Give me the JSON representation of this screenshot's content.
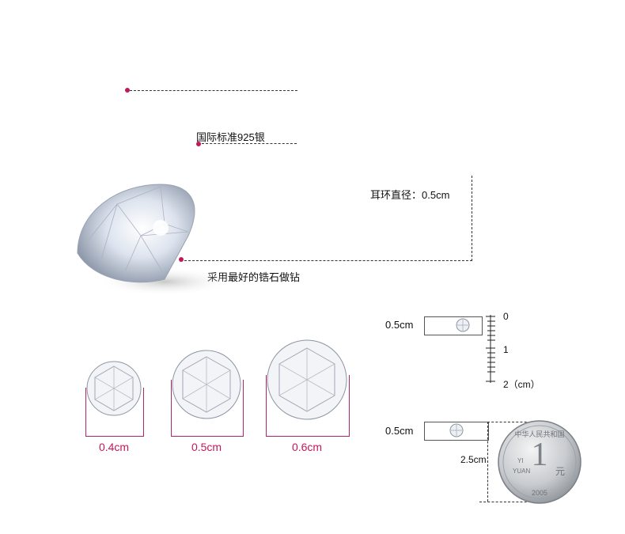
{
  "colors": {
    "accent": "#c2185b",
    "line": "#333333"
  },
  "annotations": {
    "material": "国际标准925银",
    "diameter": "耳环直径：0.5cm",
    "stone": "采用最好的锆石做钻"
  },
  "sizes": [
    {
      "label": "0.4cm"
    },
    {
      "label": "0.5cm"
    },
    {
      "label": "0.6cm"
    }
  ],
  "ruler": {
    "stud_label": "0.5cm",
    "ticks": [
      "0",
      "1",
      "2（cm）"
    ]
  },
  "coin_compare": {
    "stud_label": "0.5cm",
    "coin_label": "2.5cm",
    "coin_text_top": "中华人民共和国",
    "coin_denomination": "1",
    "coin_yi": "YI",
    "coin_yuan": "YUAN",
    "coin_char": "元",
    "coin_year": "2005"
  }
}
